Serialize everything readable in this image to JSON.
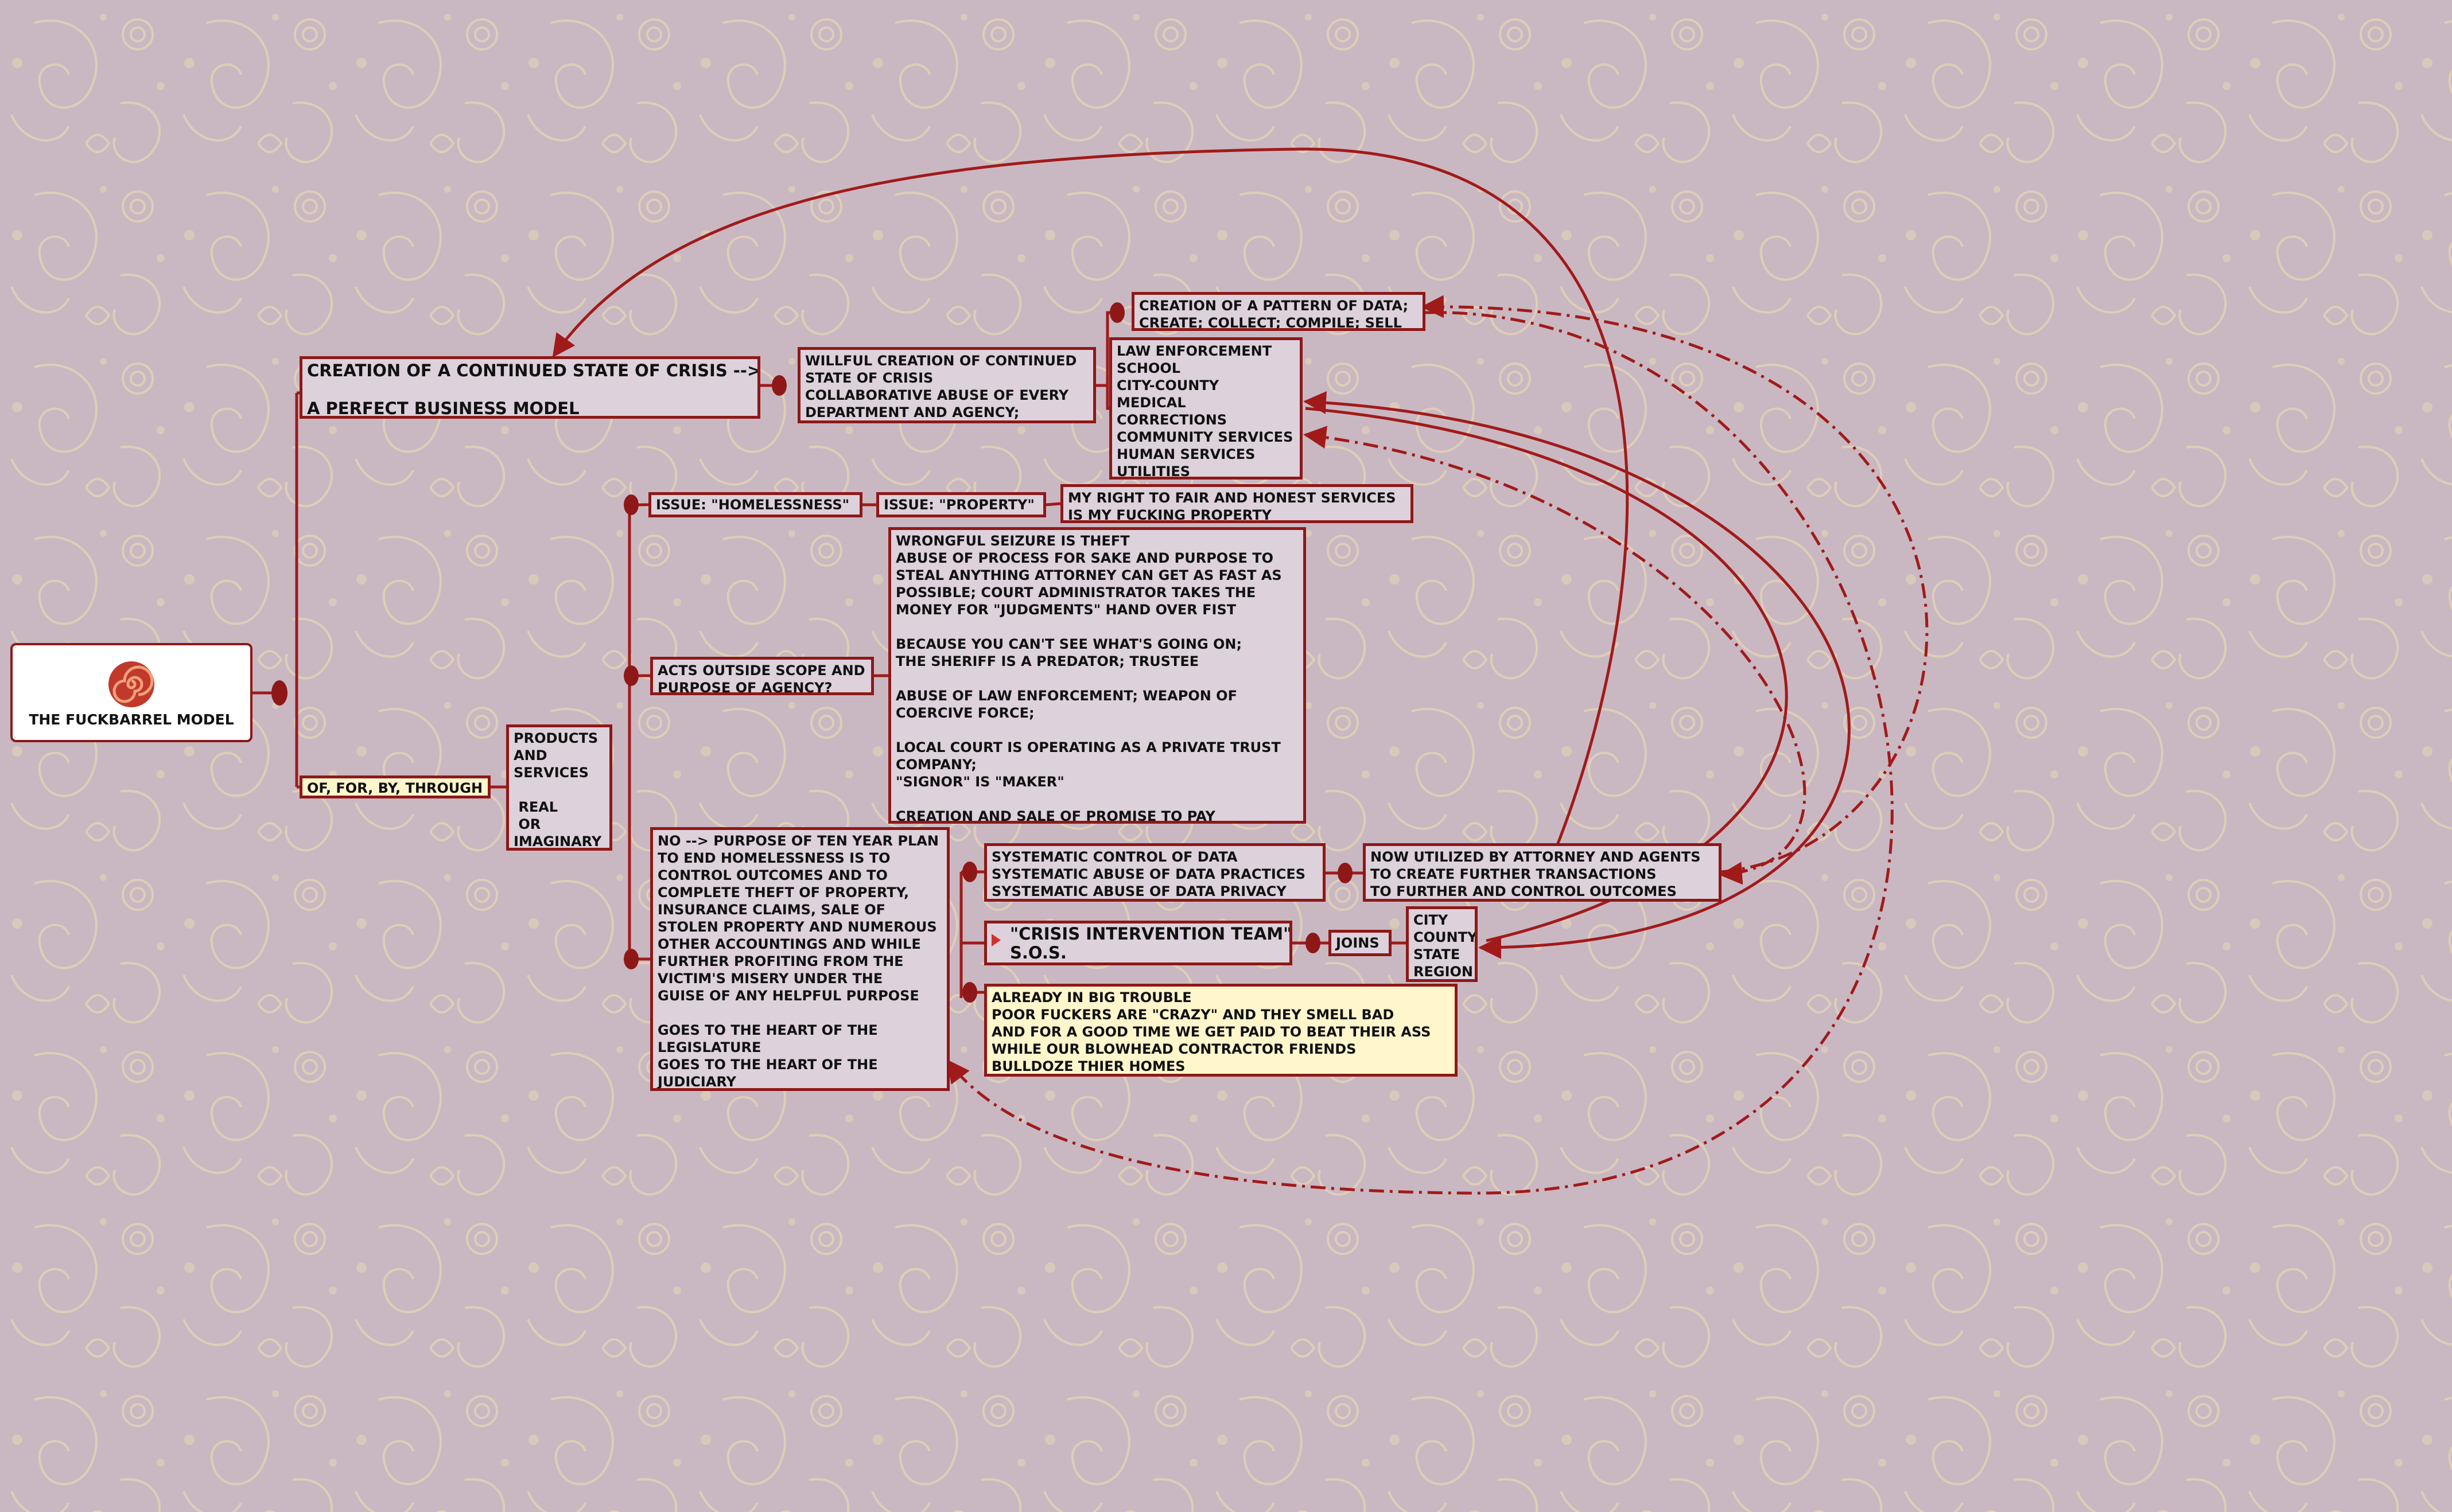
{
  "colors": {
    "background": "#c9b8c2",
    "pattern": "#e8d8b6",
    "node_fill": "#ddd2dc",
    "node_border": "#8e1818",
    "callout_fill": "#fff6cc",
    "wire": "#a11a1a"
  },
  "root": {
    "label": "THE FUCKBARREL MODEL",
    "icon": "spiral-logo-icon"
  },
  "nodes": {
    "crisis": "CREATION OF A CONTINUED STATE OF CRISIS -->\n\nA PERFECT BUSINESS MODEL",
    "of_for": "OF, FOR, BY, THROUGH",
    "products": "PRODUCTS\nAND\nSERVICES\n\n REAL\n OR\nIMAGINARY",
    "willful": "WILLFUL CREATION OF CONTINUED\nSTATE OF CRISIS\nCOLLABORATIVE ABUSE OF EVERY\nDEPARTMENT AND AGENCY;",
    "pattern": "CREATION OF A PATTERN OF DATA;\nCREATE; COLLECT; COMPILE; SELL",
    "agencies": "LAW ENFORCEMENT\nSCHOOL\nCITY-COUNTY\nMEDICAL\nCORRECTIONS\nCOMMUNITY SERVICES\nHUMAN SERVICES\nUTILITIES",
    "homelessness": "ISSUE: \"HOMELESSNESS\"",
    "property": "ISSUE: \"PROPERTY\"",
    "my_right": "MY RIGHT TO FAIR AND HONEST SERVICES\nIS MY FUCKING PROPERTY",
    "acts_outside": "ACTS OUTSIDE SCOPE AND\nPURPOSE OF AGENCY?",
    "wrongful": "WRONGFUL SEIZURE IS THEFT\nABUSE OF PROCESS FOR SAKE AND PURPOSE TO\nSTEAL ANYTHING ATTORNEY CAN GET AS FAST AS\nPOSSIBLE; COURT ADMINISTRATOR TAKES THE\nMONEY FOR \"JUDGMENTS\" HAND OVER FIST\n\nBECAUSE YOU CAN'T SEE WHAT'S GOING ON;\nTHE SHERIFF IS A PREDATOR; TRUSTEE\n\nABUSE OF LAW ENFORCEMENT; WEAPON OF\nCOERCIVE FORCE;\n\nLOCAL COURT IS OPERATING AS A PRIVATE TRUST\nCOMPANY;\n\"SIGNOR\" IS \"MAKER\"\n\nCREATION AND SALE OF PROMISE TO PAY",
    "ten_year": "NO --> PURPOSE OF TEN YEAR PLAN\nTO END HOMELESSNESS IS TO\nCONTROL OUTCOMES AND TO\nCOMPLETE THEFT OF PROPERTY,\nINSURANCE CLAIMS, SALE OF\nSTOLEN PROPERTY AND NUMEROUS\nOTHER ACCOUNTINGS AND WHILE\nFURTHER PROFITING FROM THE\nVICTIM'S MISERY UNDER THE\nGUISE OF ANY HELPFUL PURPOSE\n\nGOES TO THE HEART OF THE\nLEGISLATURE\nGOES TO THE HEART OF THE\nJUDICIARY",
    "systematic": "SYSTEMATIC CONTROL OF DATA\nSYSTEMATIC ABUSE OF DATA PRACTICES\nSYSTEMATIC ABUSE OF DATA PRIVACY",
    "now_utilized": "NOW UTILIZED BY ATTORNEY AND AGENTS\nTO CREATE FURTHER TRANSACTIONS\nTO FURTHER AND CONTROL OUTCOMES",
    "crisis_team": "\"CRISIS INTERVENTION TEAM\"\nS.O.S.",
    "joins": "JOINS",
    "city": "CITY\nCOUNTY\nSTATE\nREGION",
    "already": "ALREADY IN BIG TROUBLE\nPOOR FUCKERS ARE \"CRAZY\" AND THEY SMELL BAD\nAND FOR A GOOD TIME WE GET PAID TO BEAT THEIR ASS\nWHILE OUR BLOWHEAD CONTRACTOR FRIENDS\nBULLDOZE THIER HOMES"
  },
  "relationships": [
    {
      "from": "now_utilized",
      "to": "crisis",
      "style": "solid"
    },
    {
      "from": "now_utilized",
      "to": "pattern",
      "style": "dash-dot"
    },
    {
      "from": "agencies",
      "to": "now_utilized",
      "style": "dash-dot"
    },
    {
      "from": "agencies",
      "to": "city",
      "style": "solid"
    },
    {
      "from": "city",
      "to": "agencies",
      "style": "solid"
    },
    {
      "from": "pattern",
      "to": "ten_year",
      "style": "dash-dot"
    }
  ]
}
